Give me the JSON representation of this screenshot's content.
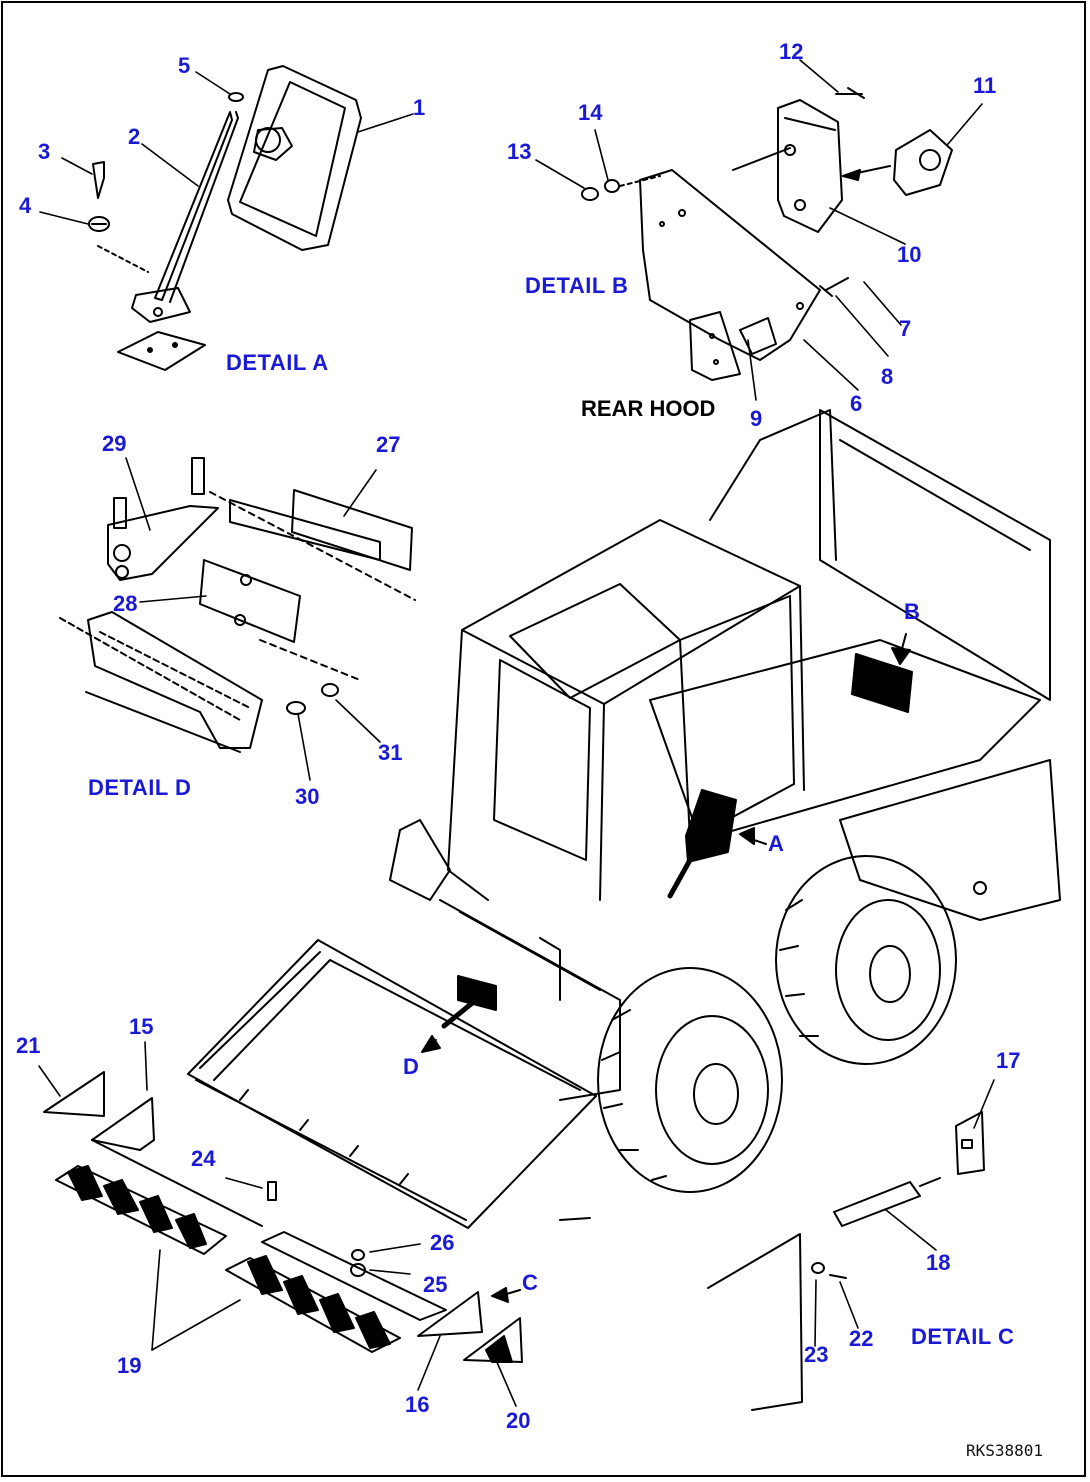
{
  "details": {
    "a": "DETAIL A",
    "b": "DETAIL B",
    "c": "DETAIL C",
    "d": "DETAIL D"
  },
  "rear_hood": "REAR HOOD",
  "view_markers": {
    "a": "A",
    "b": "B",
    "c": "C",
    "d": "D"
  },
  "part_numbers": [
    "1",
    "2",
    "3",
    "4",
    "5",
    "6",
    "7",
    "8",
    "9",
    "10",
    "11",
    "12",
    "13",
    "14",
    "15",
    "16",
    "17",
    "18",
    "19",
    "20",
    "21",
    "22",
    "23",
    "24",
    "25",
    "26",
    "27",
    "28",
    "29",
    "30",
    "31"
  ],
  "drawing_code": "RKS38801",
  "colors": {
    "callout": "#1a1ad6",
    "line": "#000000"
  }
}
